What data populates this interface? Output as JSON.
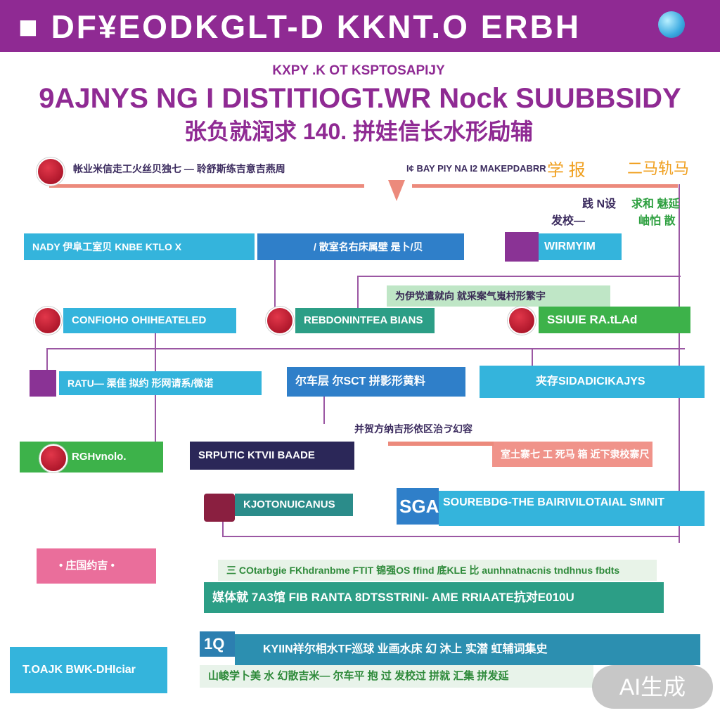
{
  "header": {
    "title": "■ DF¥EODKGLT-D KKNT.O ERBH"
  },
  "kicker": "KXPY .K OT KSPTOSAPIJY",
  "title": "9AJNYS NG I DISTITIOGT.WR Nock SUUBBSIDY",
  "cn_title": "张负就润求 140. 拼娃信长水形劶辅",
  "row1": {
    "left_label": "帐业米信走工火丝贝独七 — 聆舒斯练吉意吉燕周",
    "right_label": "I¢ BAY PIY NA I2 MAKEPDABRR",
    "right_orange": "学 报",
    "right_orange2": "二马轨马",
    "note_a": "践 N设",
    "note_b": "求和 魅延",
    "note_c": "发校—",
    "note_d": "岫怕 散"
  },
  "row2": {
    "a": "NADY 伊阜工室贝 KNBE KTLO X",
    "b": "/ 散室名右床属壁 是卜/贝",
    "c": "WIRMYIM"
  },
  "row3": {
    "banner": "为伊党遣就向 就采案气嵬村形繁宇",
    "a": "CONFIOHO OHIHEATELED",
    "b": "REBDONINTFEA BIANS",
    "c": "SSIUIE RA.tLAd"
  },
  "row4": {
    "a": "RATU— 渠佳 拟约 形网请系/微诺",
    "b": "尔车层 尔SCT 拼影形黄料",
    "c": "夹存SIDADICIKAJYS"
  },
  "row5": {
    "note": "并贺方纳吉形依区治ゔ幻容",
    "a": "RGHvnolo.",
    "b": "SRPUTIC KTVII BAADE",
    "c": "室土寨七 工 死马 箱 近下隶校寨尺"
  },
  "row6": {
    "a": "KJOTONUICANUS",
    "b_tag": "SGA",
    "b": "SOUREBDG-THE BAIRIVILOTAIAL SMNIT"
  },
  "row7": {
    "pink": "• 庄国约吉 •",
    "lime": "三 COtarbgie FKhdranbme FTIT 锦强OS ffind 底KLE 比 aunhnatnacnis tndhnus fbdts",
    "teal": "媒体就 7A3馆 FIB RANTA 8DTSSTRINI- AME RRIAATE抗对E010U"
  },
  "row8": {
    "cyan": "T.OAJK BWK-DHIciar",
    "tag": "1Q",
    "blue": "KYIIN祥尔相水TF巡球 业画水床 幻 沐上 实潜 虹辅词集史",
    "pale": "山峻学卜美 水 幻散吉米— 尔车平 抱 过 发校过 拼就 汇集 拼发延"
  },
  "watermark": "AI生成",
  "colors": {
    "header": "#8f2a93",
    "cyan": "#34b4dc",
    "green": "#3db24a",
    "teal": "#2c9e86",
    "navy": "#2b2758",
    "salmon": "#f0938a",
    "pink": "#ea6e9b"
  }
}
